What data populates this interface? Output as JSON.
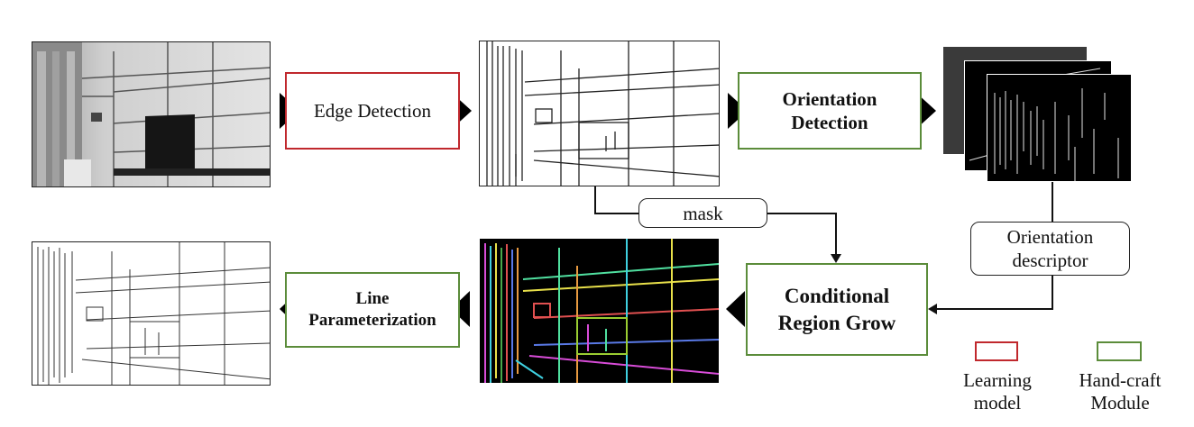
{
  "modules": {
    "edge_detection": "Edge Detection",
    "orientation_detection": [
      "Orientation",
      "Detection"
    ],
    "conditional_region_grow": [
      "Conditional",
      "Region Grow"
    ],
    "line_parameterization": [
      "Line",
      "Parameterization"
    ]
  },
  "labels": {
    "mask": "mask",
    "orientation_descriptor": [
      "Orientation",
      "descriptor"
    ]
  },
  "legend": {
    "learning": [
      "Learning",
      "model"
    ],
    "handcraft": [
      "Hand-craft",
      "Module"
    ],
    "learning_color": "#c0282d",
    "handcraft_color": "#5b8c3a"
  }
}
